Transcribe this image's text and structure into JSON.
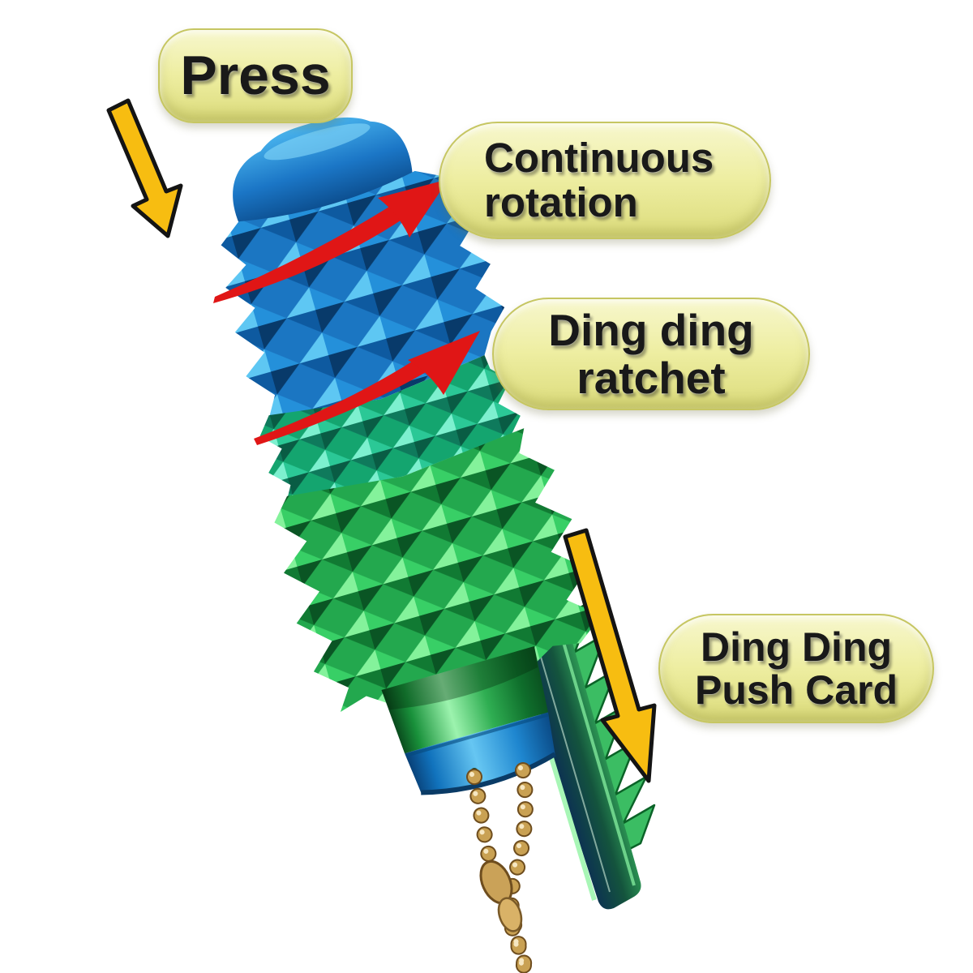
{
  "scene": {
    "background": "#ffffff"
  },
  "callouts": {
    "press": {
      "lines": [
        "Press"
      ]
    },
    "continuous_rotation": {
      "lines": [
        "Continuous",
        "rotation"
      ]
    },
    "ding_ding_ratchet": {
      "lines": [
        "Ding ding",
        "ratchet"
      ]
    },
    "ding_ding_push_card": {
      "lines": [
        "Ding Ding",
        "Push Card"
      ]
    }
  },
  "icons": {
    "press_arrow": "yellow-down-arrow",
    "push_arrow": "yellow-down-arrow",
    "rotation_arrow_top": "red-curved-rotation-arrow",
    "rotation_arrow_middle": "red-curved-rotation-arrow"
  },
  "palette": {
    "background": "#ffffff",
    "pill_fill": "#eeeea2",
    "pill_border": "#c6c662",
    "label_text": "#191919",
    "arrow_yellow": "#f7bd11",
    "arrow_outline": "#141414",
    "arrow_red": "#e01616",
    "toy_blue": "#1b76c2",
    "toy_teal": "#14a56f",
    "toy_green": "#23a84e",
    "collar_green": "#2fae52",
    "ring_blue": "#1e86cf",
    "rod_dark": "#0d3550",
    "chain_gold": "#c9a153"
  }
}
